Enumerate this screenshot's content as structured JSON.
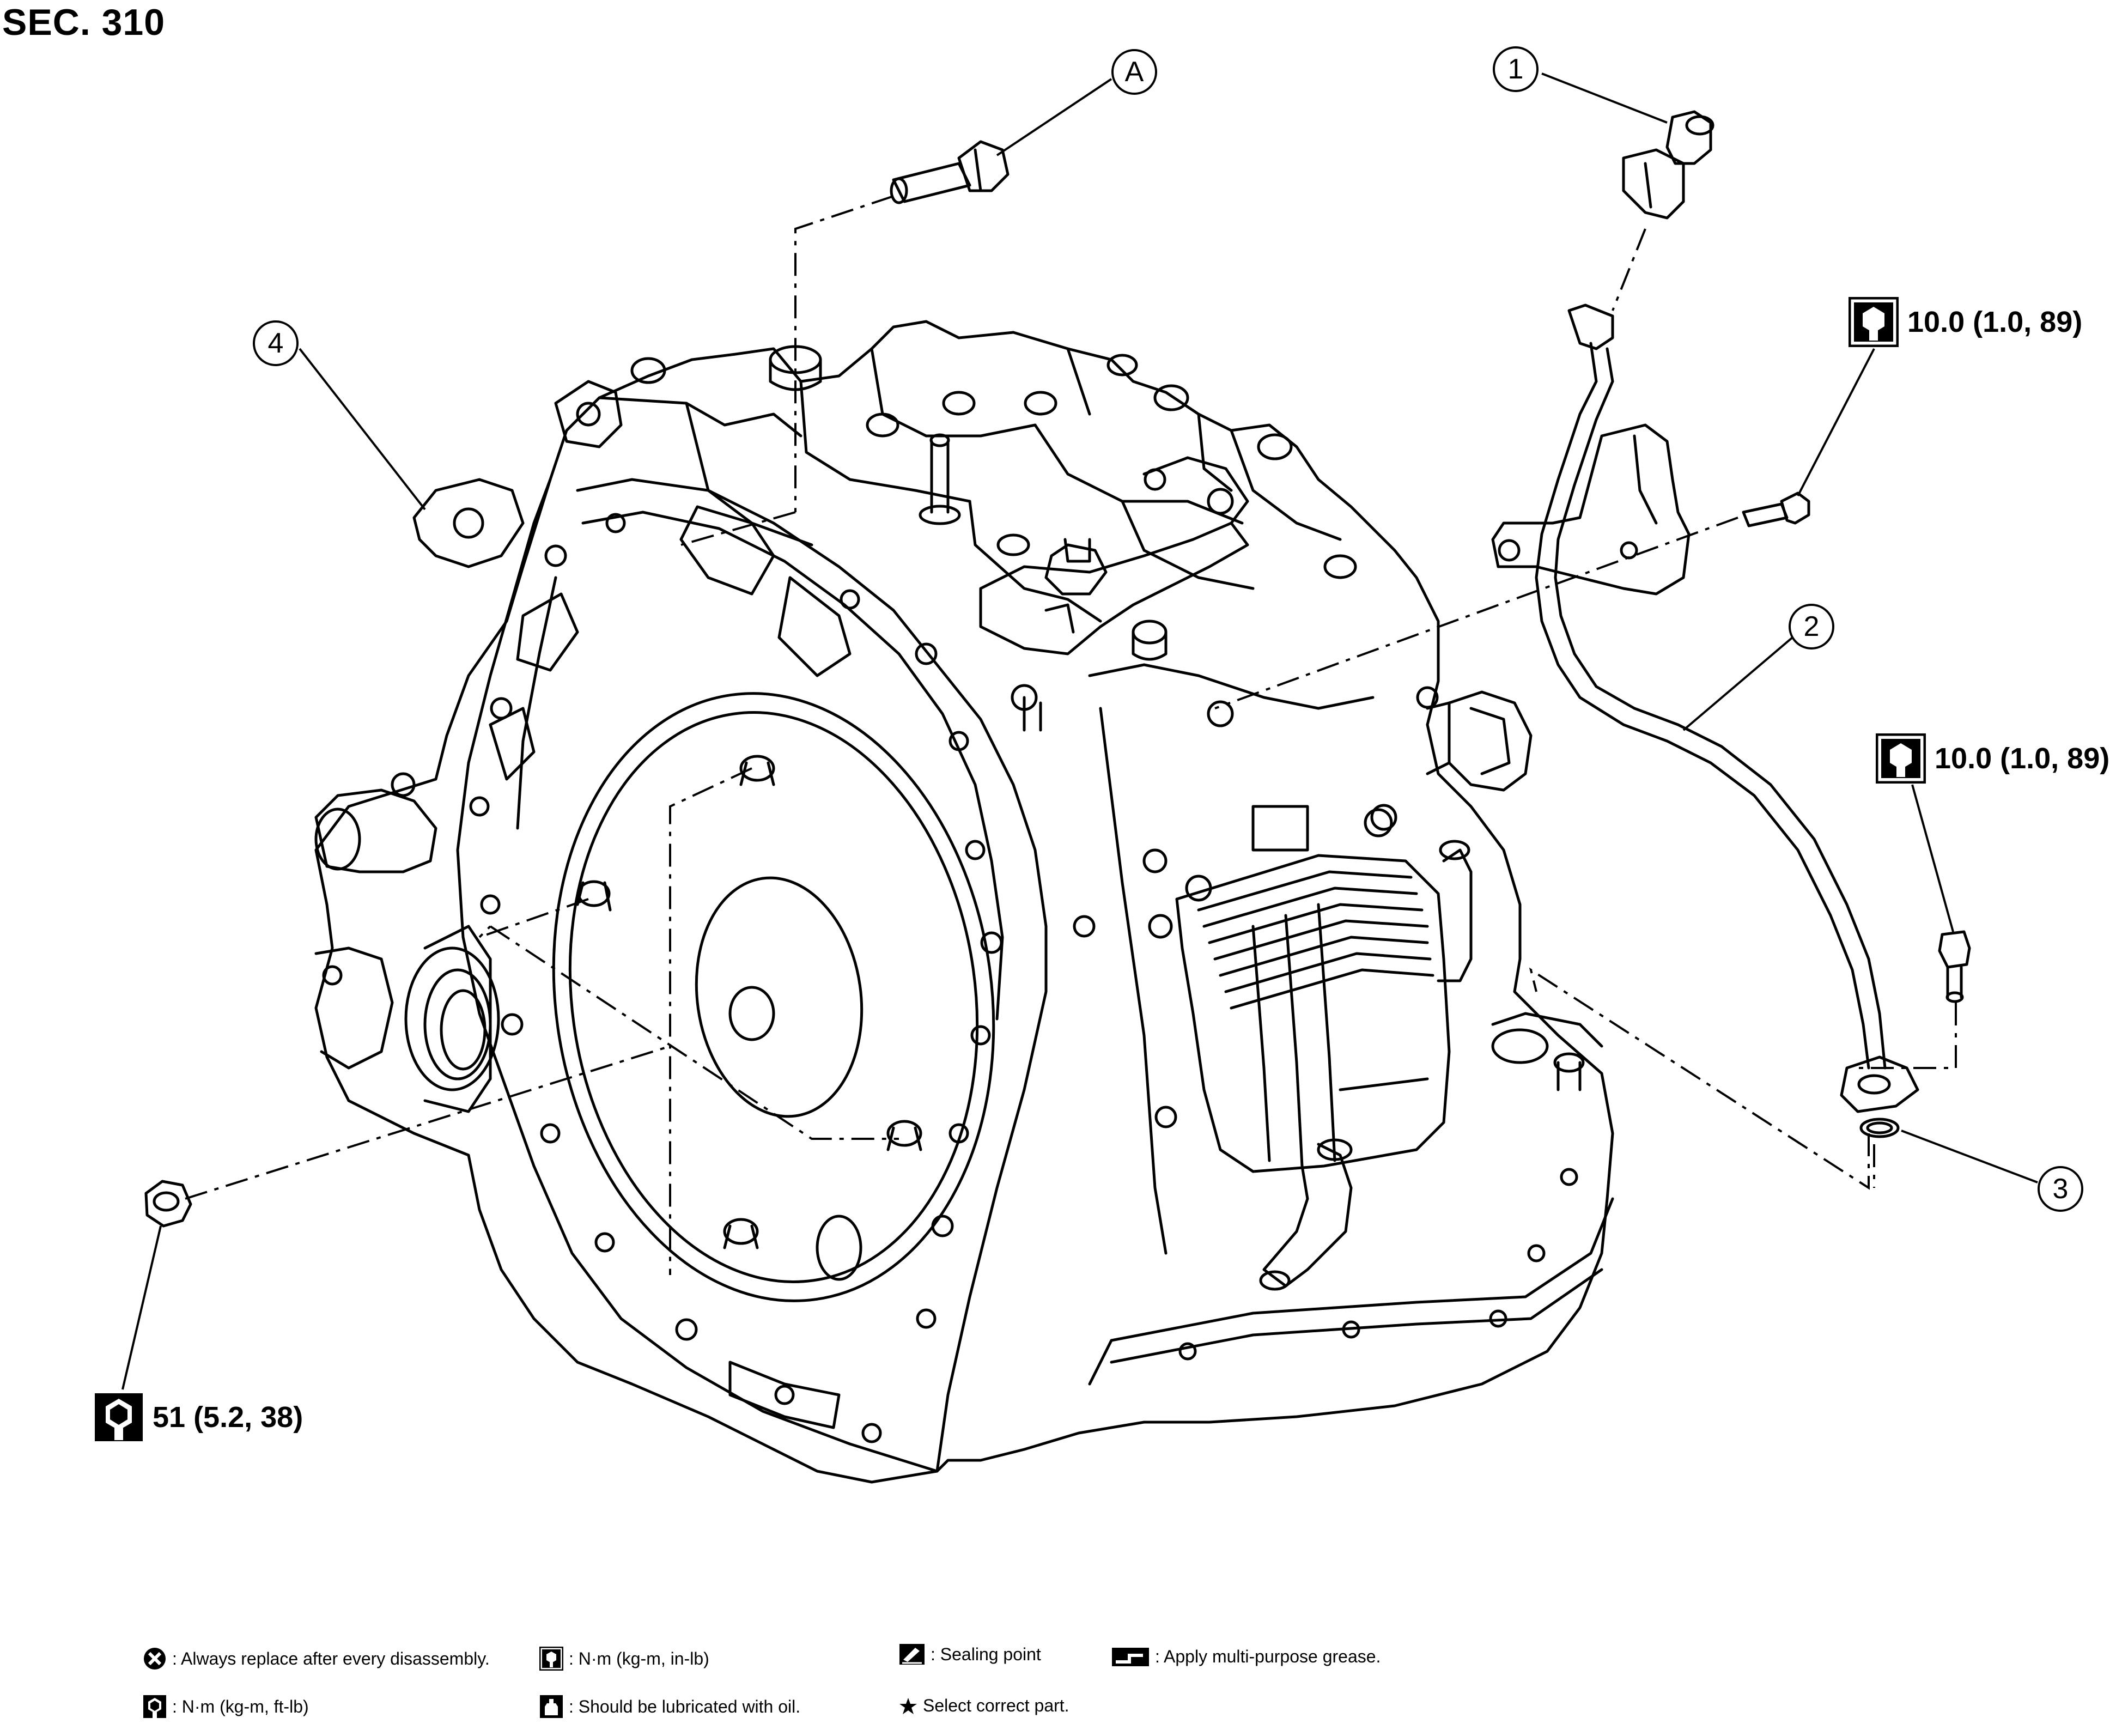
{
  "section": "SEC. 310",
  "callouts": {
    "a": "A",
    "c1": "1",
    "c2": "2",
    "c3": "3",
    "c4": "4"
  },
  "torques": {
    "bracket_bolt": "10.0 (1.0, 89)",
    "tube_bolt": "10.0 (1.0, 89)",
    "drain_plug": "51 (5.2, 38)"
  },
  "legend": {
    "always_replace": ": Always replace after every disassembly.",
    "nm_kgm_inlb": ": N·m (kg-m, in-lb)",
    "sealing_point": ": Sealing point",
    "multipurpose_grease": ": Apply multi-purpose grease.",
    "nm_kgm_ftlb": ": N·m (kg-m, ft-lb)",
    "lubricate_oil": ": Should be lubricated with oil.",
    "select_part": "Select correct part."
  },
  "icons": [
    "torque-wrench-icon",
    "replace-icon",
    "sealant-icon",
    "grease-icon",
    "oil-can-icon",
    "star-icon"
  ]
}
